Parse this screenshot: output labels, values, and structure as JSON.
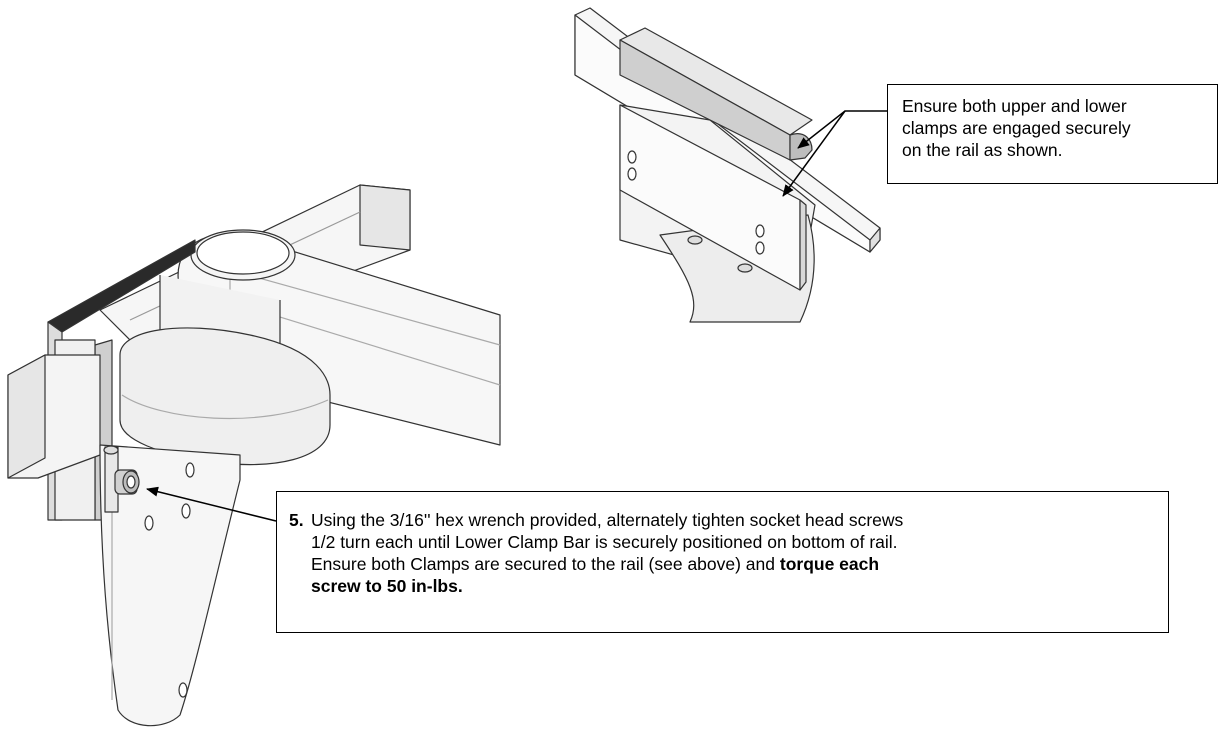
{
  "callouts": {
    "clamps": {
      "lines": [
        "Ensure both upper and lower",
        "clamps are engaged securely",
        "on the rail as shown."
      ]
    },
    "step5": {
      "number": "5.",
      "line1": "Using the 3/16'' hex wrench provided, alternately tighten socket head screws",
      "line2": "1/2 turn each until Lower Clamp Bar is securely positioned on bottom of rail.",
      "line3_plain": "Ensure both Clamps are secured to the rail (see above) and ",
      "line3_bold": "torque each",
      "line4_bold": "screw to 50 in-lbs."
    }
  },
  "colors": {
    "line": "#333333",
    "fill_light": "#f4f4f4",
    "fill_mid": "#e2e2e2",
    "fill_dark": "#bdbdbd"
  }
}
